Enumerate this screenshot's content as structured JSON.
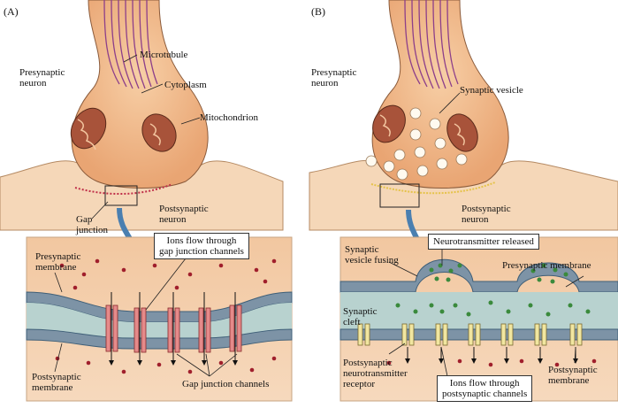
{
  "panel_a": {
    "tag": "(A)",
    "presynaptic_neuron": "Presynaptic\nneuron",
    "microtubule": "Microtubule",
    "cytoplasm": "Cytoplasm",
    "mitochondrion": "Mitochondrion",
    "postsynaptic_neuron": "Postsynaptic\nneuron",
    "gap_junction": "Gap\njunction",
    "presynaptic_membrane": "Presynaptic\nmembrane",
    "postsynaptic_membrane": "Postsynaptic\nmembrane",
    "ions_flow_box": "Ions flow through\ngap junction channels",
    "gap_junction_channels": "Gap junction channels"
  },
  "panel_b": {
    "tag": "(B)",
    "presynaptic_neuron": "Presynaptic\nneuron",
    "synaptic_vesicle": "Synaptic vesicle",
    "postsynaptic_neuron": "Postsynaptic\nneuron",
    "synaptic_vesicle_fusing": "Synaptic\nvesicle fusing",
    "neurotransmitter_released_box": "Neurotransmitter released",
    "presynaptic_membrane": "Presynaptic membrane",
    "synaptic_cleft": "Synaptic\ncleft",
    "postsynaptic_receptor": "Postsynaptic\nneurotransmitter\nreceptor",
    "ions_flow_box": "Ions flow through\npostsynaptic channels",
    "postsynaptic_membrane": "Postsynaptic\nmembrane"
  },
  "colors": {
    "neuron_fill": "#f2b98c",
    "neuron_edge": "#8a5a3a",
    "post_fill": "#f7dcc0",
    "cleft": "#b8d2cf",
    "membrane": "#3f5f78",
    "microtubule": "#8d3f8a",
    "ion_dot": "#a01f2c",
    "nt_dot": "#3a8a3c",
    "receptor": "#f1e6a0",
    "arrow": "#4a7fb0"
  }
}
